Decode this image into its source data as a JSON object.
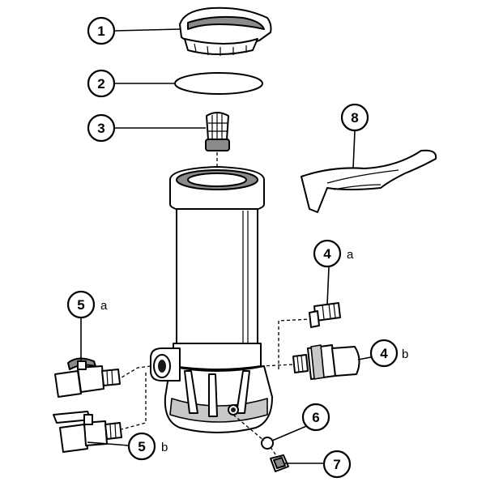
{
  "callouts": [
    {
      "num": "1",
      "suffix": ""
    },
    {
      "num": "2",
      "suffix": ""
    },
    {
      "num": "3",
      "suffix": ""
    },
    {
      "num": "8",
      "suffix": ""
    },
    {
      "num": "4",
      "suffix": "a"
    },
    {
      "num": "5",
      "suffix": "a"
    },
    {
      "num": "4",
      "suffix": "b"
    },
    {
      "num": "6",
      "suffix": ""
    },
    {
      "num": "5",
      "suffix": "b"
    },
    {
      "num": "7",
      "suffix": ""
    }
  ],
  "colors": {
    "line": "#000000",
    "shade": "#8a8a8a",
    "background": "#ffffff"
  }
}
